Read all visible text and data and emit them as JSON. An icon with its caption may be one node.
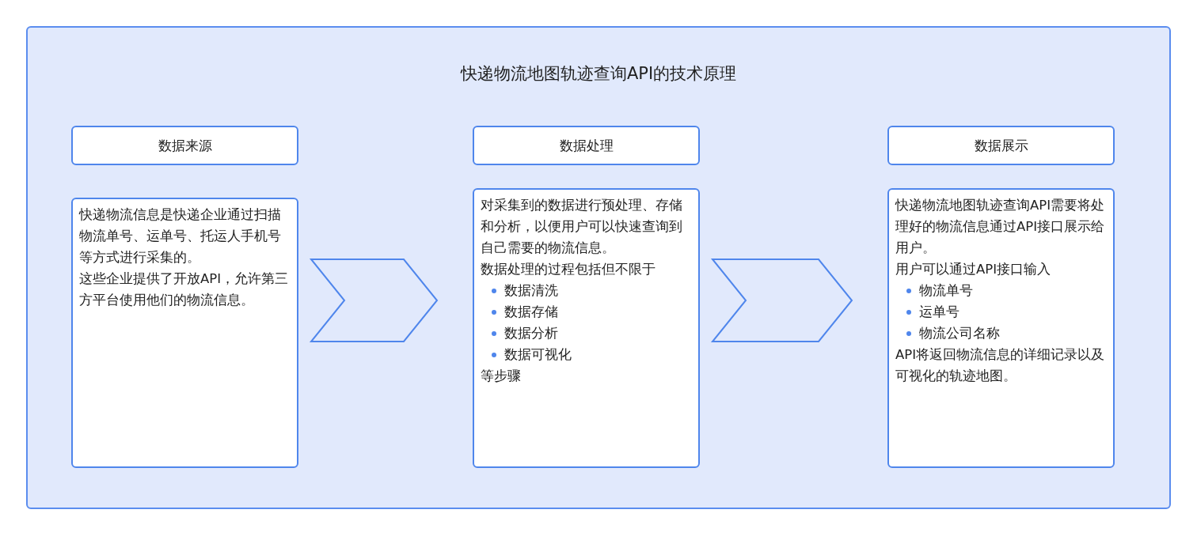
{
  "diagram": {
    "nodes": [
      {
        "text": [
          "快递物流地图轨迹查询API的技术原理"
        ]
      },
      {
        "text": [
          "数据来源"
        ],
        "in": 0
      },
      {
        "text": [
          "快递物流信息是快递企业通过扫描物流单号、运单号、托运人手机号等方式进行采集的。",
          "这些企业提供了开放API，允许第三方平台使用他们的物流信息。"
        ],
        "in": 0
      },
      {
        "text": [
          "数据处理"
        ],
        "in": 0
      },
      {
        "text": [
          "对采集到的数据进行预处理、存储和分析，以便用户可以快速查询到自己需要的物流信息。",
          "数据处理的过程包括但不限于",
          "数据清洗",
          "数据存储",
          "数据分析",
          "数据可视化",
          "等步骤"
        ],
        "in": 0
      },
      {
        "text": [
          "数据展示"
        ],
        "in": 0
      },
      {
        "text": [
          "快递物流地图轨迹查询API需要将处理好的物流信息通过API接口展示给用户。",
          "用户可以通过API接口输入",
          "物流单号",
          "运单号",
          "物流公司名称",
          "API将返回物流信息的详细记录以及可视化的轨迹地图。"
        ],
        "in": 0
      }
    ],
    "edges": [
      {
        "from": 2,
        "to": 4,
        "arrow": "to"
      },
      {
        "from": 4,
        "to": 6,
        "arrow": "to"
      }
    ]
  }
}
